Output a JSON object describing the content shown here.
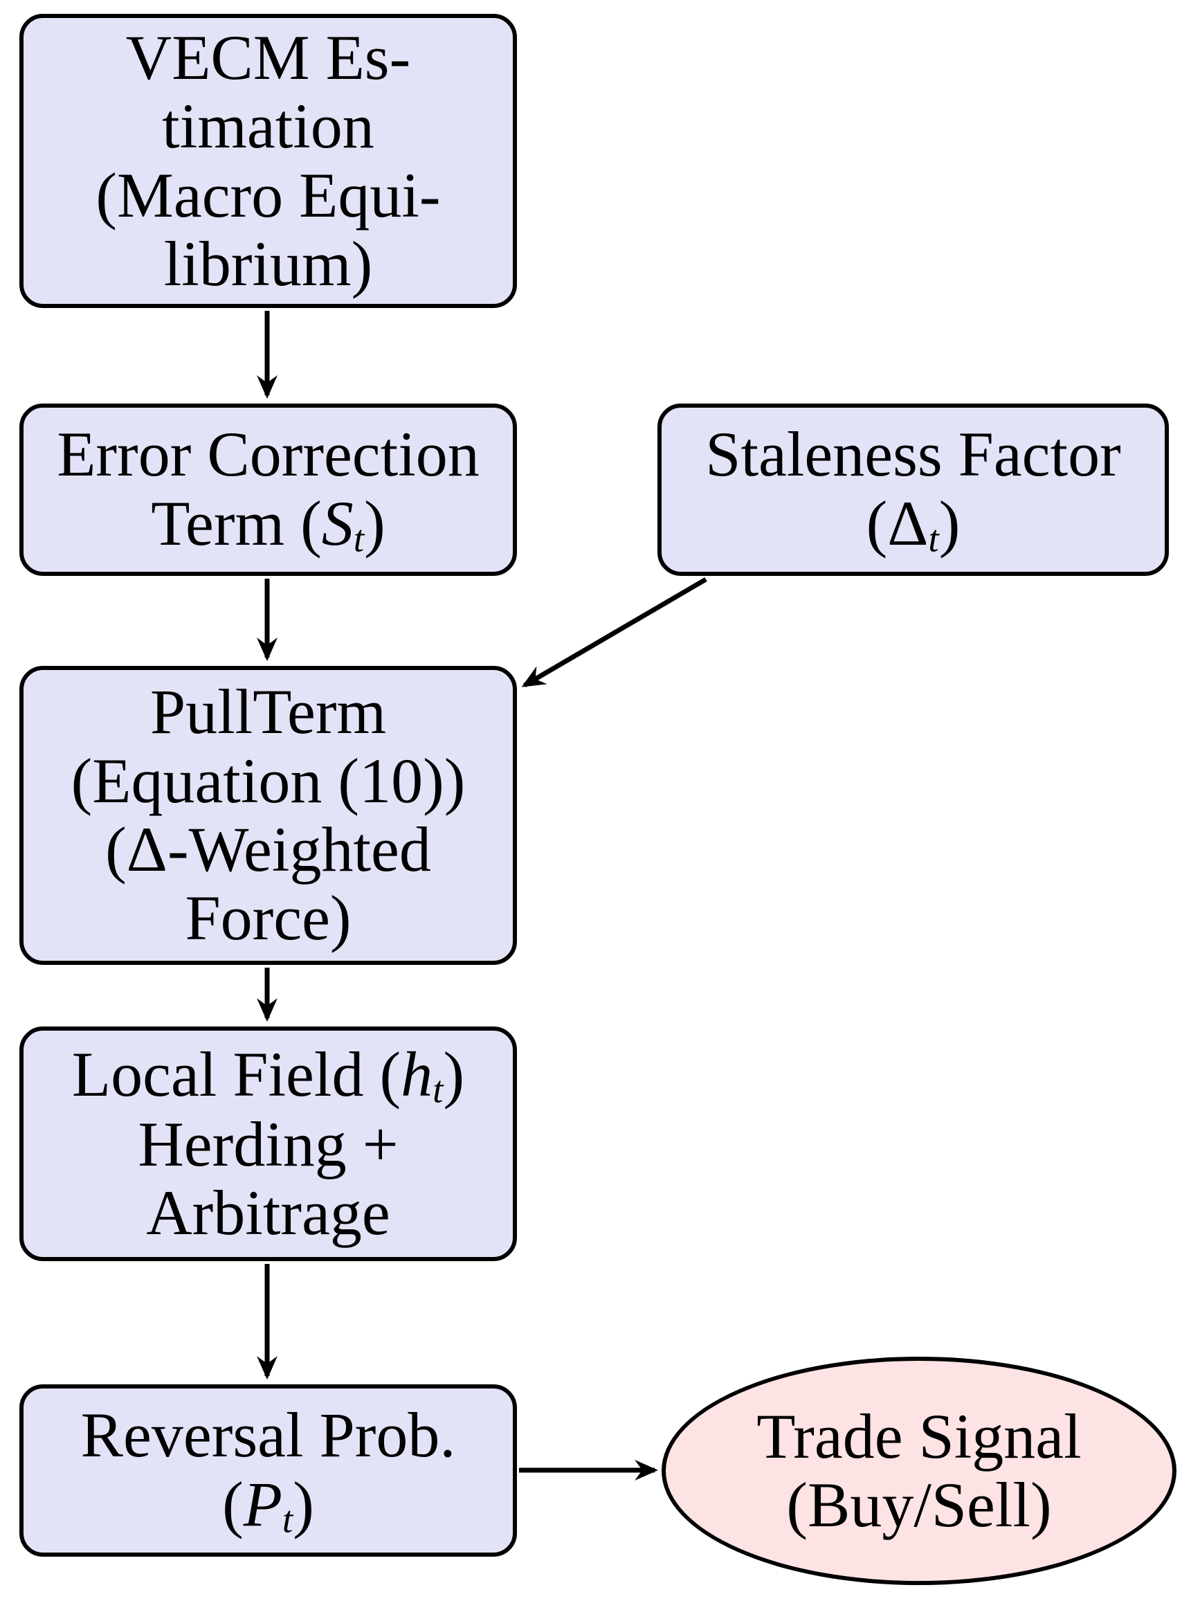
{
  "diagram": {
    "description": "Flowchart from VECM estimation to trade signal",
    "colors": {
      "process_fill": "#E3E3F7",
      "terminal_fill": "#FDE3E3",
      "stroke": "#000000",
      "background": "#FFFFFF"
    },
    "nodes": {
      "vecm": {
        "label": "VECM Estimation (Macro Equilibrium)",
        "lines": [
          [
            [
              "VECM Es-",
              "n"
            ]
          ],
          [
            [
              "timation",
              "n"
            ]
          ],
          [
            [
              "(Macro Equi-",
              "n"
            ]
          ],
          [
            [
              "librium)",
              "n"
            ]
          ]
        ]
      },
      "ect": {
        "label": "Error Correction Term (St)",
        "lines": [
          [
            [
              "Error Correction",
              "n"
            ]
          ],
          [
            [
              "Term (",
              "n"
            ],
            [
              "S",
              "i"
            ],
            [
              "t",
              "s"
            ],
            [
              ")",
              "n"
            ]
          ]
        ]
      },
      "staleness": {
        "label": "Staleness Factor (Δt)",
        "lines": [
          [
            [
              "Staleness Factor",
              "n"
            ]
          ],
          [
            [
              "(Δ",
              "n"
            ],
            [
              "t",
              "s"
            ],
            [
              ")",
              "n"
            ]
          ]
        ]
      },
      "pullterm": {
        "label": "PullTerm (Equation (10)) (Δ-Weighted Force)",
        "lines": [
          [
            [
              "PullTerm",
              "n"
            ]
          ],
          [
            [
              "(Equation (10))",
              "n"
            ]
          ],
          [
            [
              "(Δ-Weighted",
              "n"
            ]
          ],
          [
            [
              "Force)",
              "n"
            ]
          ]
        ]
      },
      "localfield": {
        "label": "Local Field (ht) Herding + Arbitrage",
        "lines": [
          [
            [
              "Local Field (",
              "n"
            ],
            [
              "h",
              "i"
            ],
            [
              "t",
              "s"
            ],
            [
              ")",
              "n"
            ]
          ],
          [
            [
              "Herding +",
              "n"
            ]
          ],
          [
            [
              "Arbitrage",
              "n"
            ]
          ]
        ]
      },
      "reversal": {
        "label": "Reversal Prob. (Pt)",
        "lines": [
          [
            [
              "Reversal Prob.",
              "n"
            ]
          ],
          [
            [
              "(",
              "n"
            ],
            [
              "P",
              "i"
            ],
            [
              "t",
              "s"
            ],
            [
              ")",
              "n"
            ]
          ]
        ]
      },
      "trade": {
        "label": "Trade Signal (Buy/Sell)",
        "lines": [
          [
            [
              "Trade Signal",
              "n"
            ]
          ],
          [
            [
              "(Buy/Sell)",
              "n"
            ]
          ]
        ]
      }
    },
    "edges": [
      {
        "from": "VECM Estimation (Macro Equilibrium)",
        "to": "Error Correction Term (St)"
      },
      {
        "from": "Error Correction Term (St)",
        "to": "PullTerm (Equation (10)) (Δ-Weighted Force)"
      },
      {
        "from": "Staleness Factor (Δt)",
        "to": "PullTerm (Equation (10)) (Δ-Weighted Force)"
      },
      {
        "from": "PullTerm (Equation (10)) (Δ-Weighted Force)",
        "to": "Local Field (ht) Herding + Arbitrage"
      },
      {
        "from": "Local Field (ht) Herding + Arbitrage",
        "to": "Reversal Prob. (Pt)"
      },
      {
        "from": "Reversal Prob. (Pt)",
        "to": "Trade Signal (Buy/Sell)"
      }
    ]
  }
}
